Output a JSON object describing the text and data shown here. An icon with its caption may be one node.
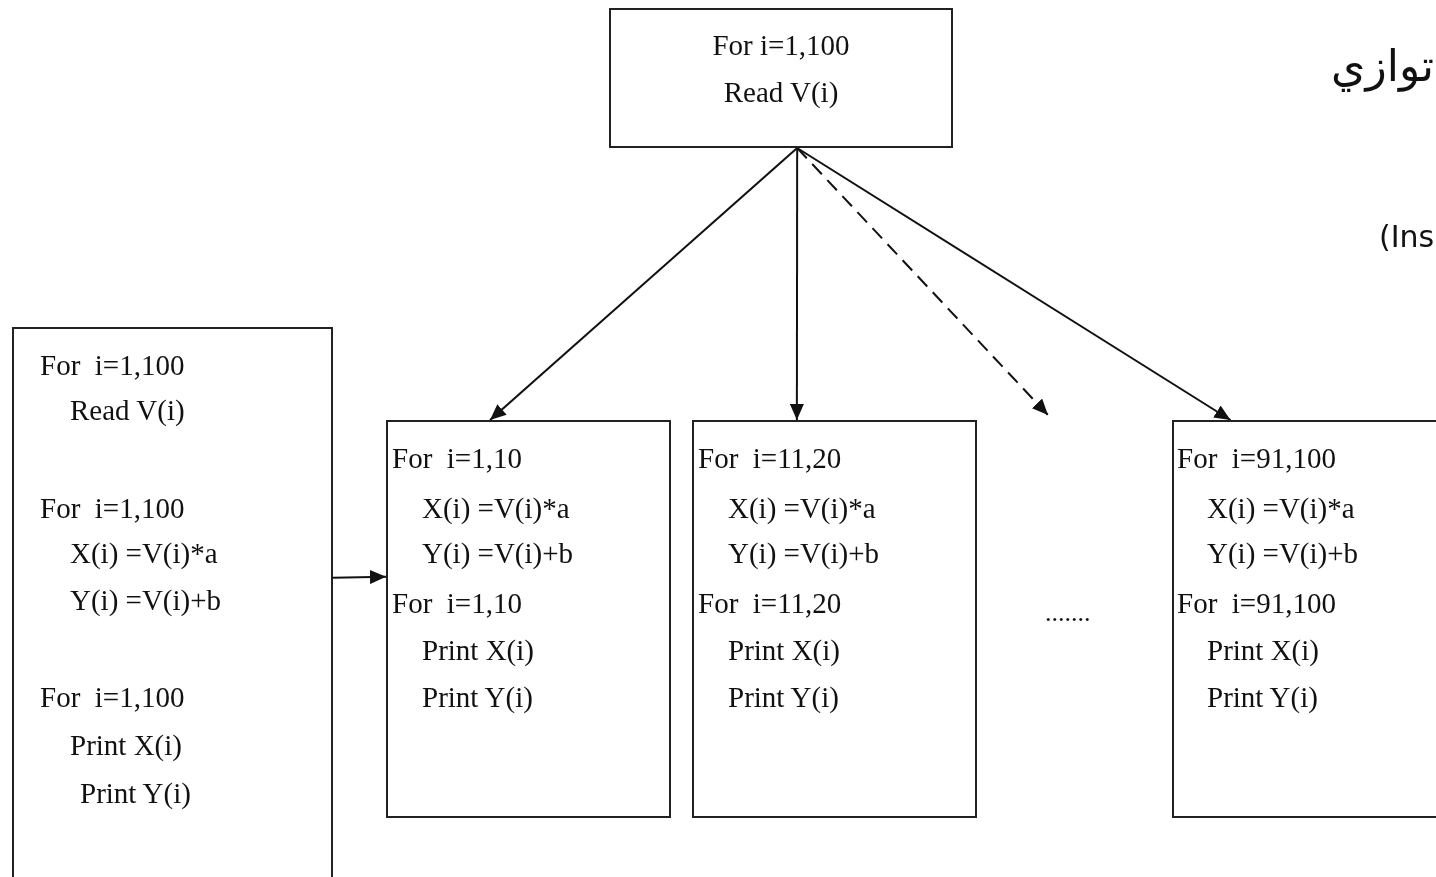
{
  "diagram": {
    "nodes": [
      {
        "text": [
          "For i=1,100",
          "Read V(i)"
        ]
      },
      {
        "text": [
          "For  i=1,100",
          "Read V(i)",
          "For  i=1,100",
          "X(i) =V(i)*a",
          "Y(i) =V(i)+b",
          "For  i=1,100",
          "Print X(i)",
          "Print Y(i)"
        ]
      },
      {
        "text": [
          "For  i=1,10",
          "X(i) =V(i)*a",
          "Y(i) =V(i)+b",
          "For  i=1,10",
          "Print X(i)",
          "Print Y(i)"
        ]
      },
      {
        "text": [
          "For  i=11,20",
          "X(i) =V(i)*a",
          "Y(i) =V(i)+b",
          "For  i=11,20",
          "Print X(i)",
          "Print Y(i)"
        ]
      },
      {
        "text": [
          "For  i=91,100",
          "X(i) =V(i)*a",
          "Y(i) =V(i)+b",
          "For  i=91,100",
          "Print X(i)",
          "Print Y(i)"
        ]
      }
    ],
    "edges": [
      {
        "from": 0,
        "to": 2,
        "arrow": "to"
      },
      {
        "from": 0,
        "to": 3,
        "arrow": "to"
      },
      {
        "from": 0,
        "to": null,
        "arrow": "to",
        "style": "dashed"
      },
      {
        "from": 0,
        "to": 4,
        "arrow": "to"
      },
      {
        "from": 1,
        "to": 2,
        "arrow": "to"
      }
    ],
    "labels": [
      "توازي",
      "(Ins",
      "......."
    ]
  }
}
